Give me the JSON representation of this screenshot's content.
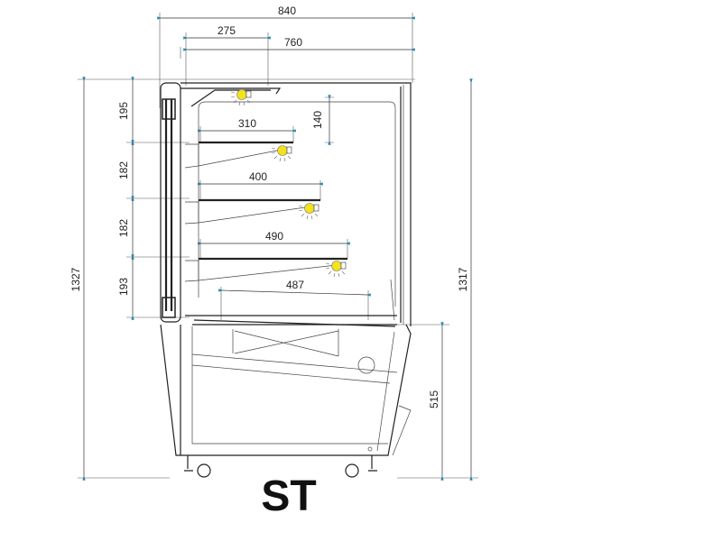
{
  "title": "ST",
  "dimensions": {
    "overall_depth": "840",
    "canopy_depth": "275",
    "inner_depth": "760",
    "overall_height": "1327",
    "case_height": "1317",
    "base_height": "515",
    "top_gap": "140",
    "shelf_spacing_1": "195",
    "shelf_spacing_2": "182",
    "shelf_spacing_3": "182",
    "shelf_spacing_4": "193",
    "shelf_1_depth": "310",
    "shelf_2_depth": "400",
    "shelf_3_depth": "490",
    "deck_depth": "487"
  },
  "colors": {
    "arrow": "#2a86a8",
    "lamp": "#f3e21c"
  }
}
